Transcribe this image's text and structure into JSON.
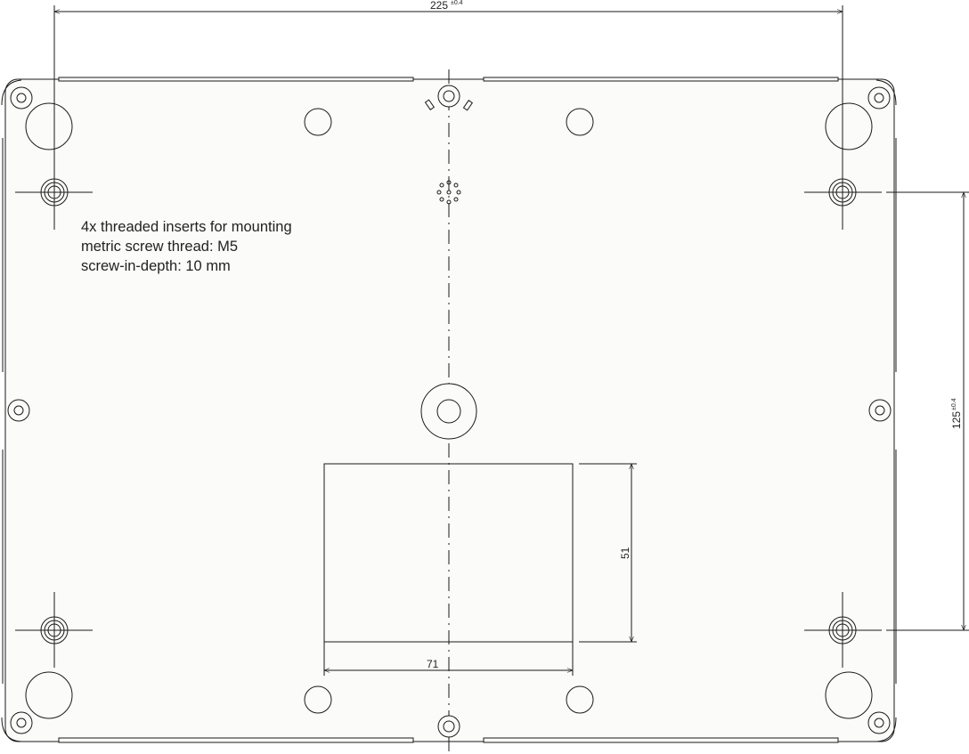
{
  "dimensions": {
    "width_main": "225",
    "width_tol": "±0.4",
    "height_mount": "125",
    "height_tol": "±0.4",
    "cutout_height": "51",
    "cutout_width": "71"
  },
  "note": {
    "line1": "4x threaded inserts for mounting",
    "line2": "metric screw thread: M5",
    "line3": "screw-in-depth: 10 mm"
  },
  "colors": {
    "line": "#1a1a1a",
    "background": "#fbfbf9"
  }
}
